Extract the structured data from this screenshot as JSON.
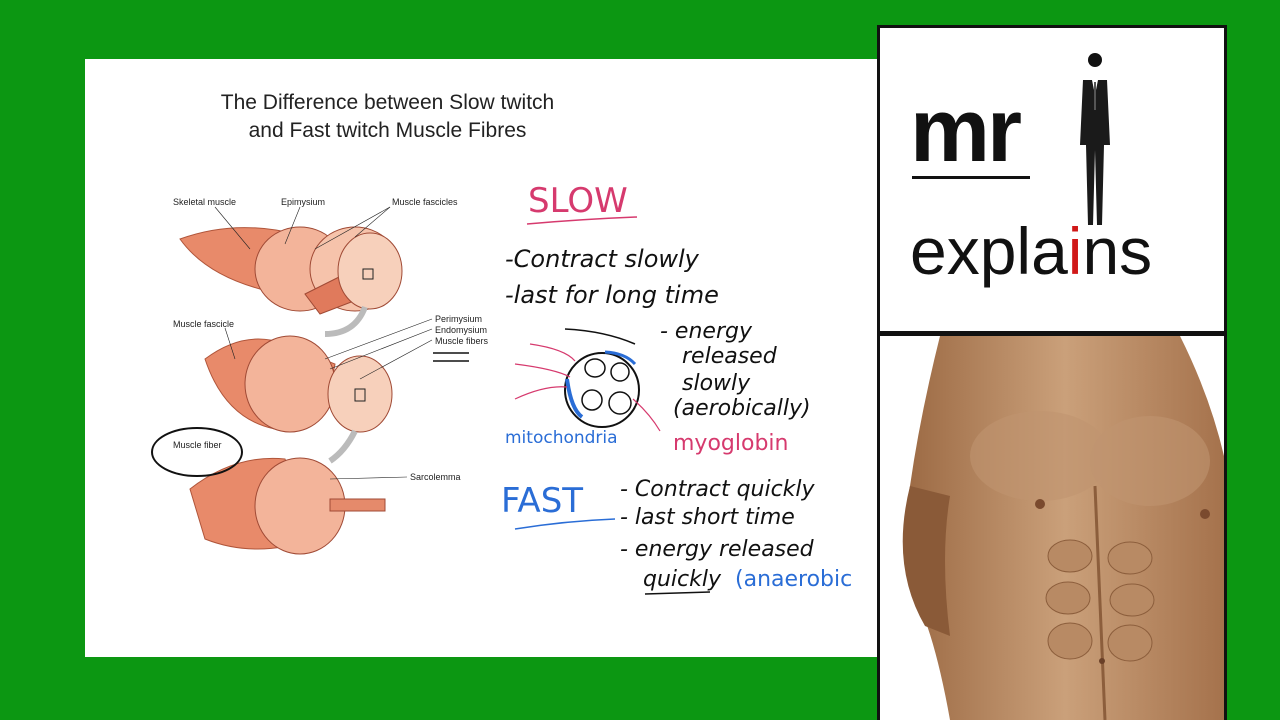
{
  "slide": {
    "title_line1": "The Difference between Slow twitch",
    "title_line2": "and Fast twitch Muscle Fibres",
    "diagram_labels": {
      "skeletal_muscle": "Skeletal muscle",
      "epimysium": "Epimysium",
      "muscle_fascicles": "Muscle fascicles",
      "muscle_fascicle": "Muscle fascicle",
      "perimysium": "Perimysium",
      "endomysium": "Endomysium",
      "muscle_fibers": "Muscle fibers",
      "muscle_fiber": "Muscle fiber",
      "sarcolemma": "Sarcolemma"
    },
    "notes": {
      "slow_heading": "SLOW",
      "slow_1": "-Contract slowly",
      "slow_2": "-last for long time",
      "slow_3a": "- energy",
      "slow_3b": "released",
      "slow_3c": "slowly",
      "slow_3d": "(aerobically)",
      "mitochondria": "mitochondria",
      "myoglobin": "myoglobin",
      "fast_heading": "FAST",
      "fast_1": "- Contract quickly",
      "fast_2": "- last short time",
      "fast_3a": "- energy released",
      "fast_3b": "quickly",
      "fast_3c": "(anaerobic"
    }
  },
  "logo": {
    "mr": "mr",
    "explains_pre": "expla",
    "explains_i": "i",
    "explains_post": "ns"
  },
  "colors": {
    "background": "#0c9712",
    "pink_ink": "#d63a6e",
    "blue_ink": "#2a6dd6",
    "logo_accent": "#d01818"
  }
}
